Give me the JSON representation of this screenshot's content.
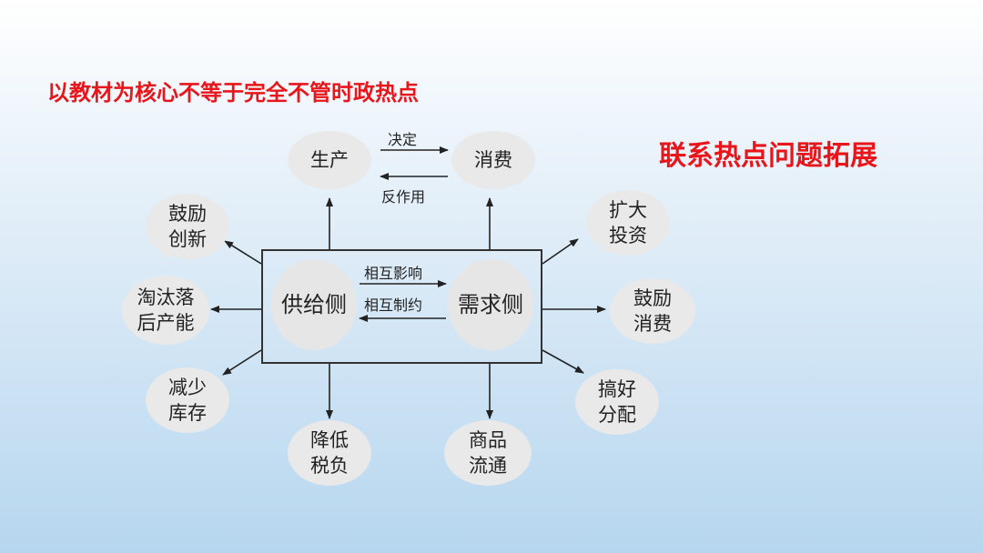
{
  "headline": "以教材为核心不等于完全不管时政热点",
  "side_title": "联系热点问题拓展",
  "nodes": {
    "production": "生产",
    "consumption": "消费",
    "supply_side": "供给侧",
    "demand_side": "需求侧",
    "encourage_innovation": "鼓励\n创新",
    "eliminate_capacity": "淘汰落\n后产能",
    "reduce_inventory": "减少\n库存",
    "reduce_tax": "降低\n税负",
    "commodity_circulation": "商品\n流通",
    "expand_investment": "扩大\n投资",
    "encourage_consumption": "鼓励\n消费",
    "good_distribution": "搞好\n分配"
  },
  "edge_labels": {
    "decides": "决定",
    "reacts": "反作用",
    "mutual_influence": "相互影响",
    "mutual_constraint": "相互制约"
  }
}
